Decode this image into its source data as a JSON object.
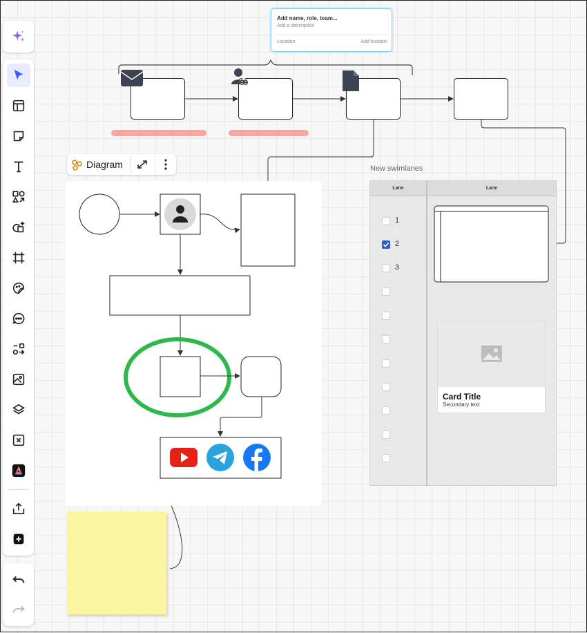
{
  "toolbar": {
    "tools": [
      {
        "name": "ai-assist-icon"
      },
      {
        "name": "select-cursor-icon",
        "active": true
      },
      {
        "name": "templates-icon"
      },
      {
        "name": "sticky-note-icon"
      },
      {
        "name": "text-icon"
      },
      {
        "name": "shapes-icon"
      },
      {
        "name": "add-shape-icon"
      },
      {
        "name": "frame-icon"
      },
      {
        "name": "sticker-icon"
      },
      {
        "name": "comment-icon"
      },
      {
        "name": "diagram-flow-icon"
      },
      {
        "name": "image-icon"
      },
      {
        "name": "layers-icon"
      },
      {
        "name": "close-box-icon"
      },
      {
        "name": "app-logo-icon"
      },
      {
        "name": "upload-icon"
      },
      {
        "name": "add-more-icon"
      },
      {
        "name": "undo-icon"
      },
      {
        "name": "redo-icon"
      }
    ],
    "accent_color": "#3859ff"
  },
  "popup": {
    "title": "Add name, role, team...",
    "description": "Add a description",
    "location_label": "Location",
    "add_location": "Add location"
  },
  "diagram_frame": {
    "label": "Diagram"
  },
  "swimlanes": {
    "title": "New swimlanes",
    "lane1_header": "Lane",
    "lane2_header": "Lane",
    "checkboxes": [
      {
        "label": "1",
        "checked": false
      },
      {
        "label": "2",
        "checked": true
      },
      {
        "label": "3",
        "checked": false
      },
      {
        "label": "",
        "checked": false
      },
      {
        "label": "",
        "checked": false
      },
      {
        "label": "",
        "checked": false
      },
      {
        "label": "",
        "checked": false
      },
      {
        "label": "",
        "checked": false
      },
      {
        "label": "",
        "checked": false
      },
      {
        "label": "",
        "checked": false
      },
      {
        "label": "",
        "checked": false
      }
    ],
    "card": {
      "title": "Card Title",
      "secondary": "Secondary text"
    }
  },
  "social_icons": [
    "youtube-icon",
    "telegram-icon",
    "facebook-icon"
  ],
  "colors": {
    "highlight_ellipse": "#2db84c",
    "pink_bar": "#f4a7a5",
    "sticky": "#fdf6a0",
    "checkbox_checked": "#2f5fc8"
  }
}
